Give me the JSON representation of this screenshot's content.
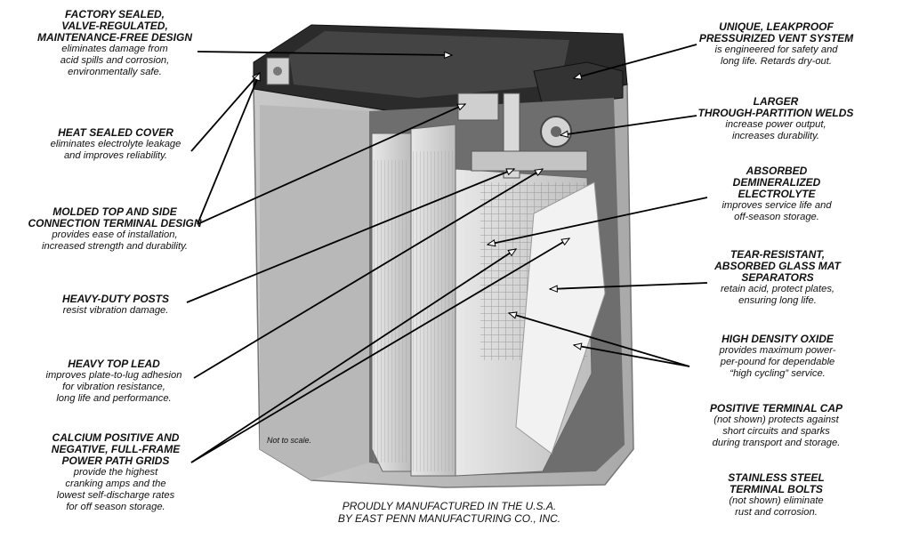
{
  "callouts_left": [
    {
      "title_lines": [
        "FACTORY SEALED,",
        "VALVE-REGULATED,",
        "MAINTENANCE-FREE DESIGN"
      ],
      "desc_lines": [
        "eliminates damage from",
        "acid spills and corrosion,",
        "environmentally safe."
      ]
    },
    {
      "title_lines": [
        "HEAT SEALED COVER"
      ],
      "desc_lines": [
        "eliminates electrolyte leakage",
        "and improves reliability."
      ]
    },
    {
      "title_lines": [
        "MOLDED TOP AND SIDE",
        "CONNECTION TERMINAL DESIGN"
      ],
      "desc_lines": [
        "provides ease of installation,",
        "increased strength and durability."
      ]
    },
    {
      "title_lines": [
        "HEAVY-DUTY POSTS"
      ],
      "desc_lines": [
        "resist vibration damage."
      ]
    },
    {
      "title_lines": [
        "HEAVY TOP LEAD"
      ],
      "desc_lines": [
        "improves plate-to-lug adhesion",
        "for vibration resistance,",
        "long life and performance."
      ]
    },
    {
      "title_lines": [
        "CALCIUM POSITIVE AND",
        "NEGATIVE, FULL-FRAME",
        "POWER PATH GRIDS"
      ],
      "desc_lines": [
        "provide the highest",
        "cranking amps and the",
        "lowest self-discharge rates",
        "for off season storage."
      ]
    }
  ],
  "callouts_right": [
    {
      "title_lines": [
        "UNIQUE, LEAKPROOF",
        "PRESSURIZED VENT SYSTEM"
      ],
      "desc_lines": [
        "is engineered for safety and",
        "long life. Retards dry-out."
      ]
    },
    {
      "title_lines": [
        "LARGER",
        "THROUGH-PARTITION WELDS"
      ],
      "desc_lines": [
        "increase power output,",
        "increases durability."
      ]
    },
    {
      "title_lines": [
        "ABSORBED",
        "DEMINERALIZED",
        "ELECTROLYTE"
      ],
      "desc_lines": [
        "improves service life and",
        "off-season storage."
      ]
    },
    {
      "title_lines": [
        "TEAR-RESISTANT,",
        "ABSORBED GLASS MAT",
        "SEPARATORS"
      ],
      "desc_lines": [
        "retain acid, protect plates,",
        "ensuring long life."
      ]
    },
    {
      "title_lines": [
        "HIGH DENSITY OXIDE"
      ],
      "desc_lines": [
        "provides maximum power-",
        "per-pound for dependable",
        "“high cycling” service."
      ]
    },
    {
      "title_lines": [
        "POSITIVE TERMINAL CAP"
      ],
      "desc_lines": [
        "(not shown) protects against",
        "short circuits and sparks",
        "during transport and storage."
      ]
    },
    {
      "title_lines": [
        "STAINLESS STEEL",
        "TERMINAL BOLTS"
      ],
      "desc_lines": [
        "(not shown) eliminate",
        "rust and corrosion."
      ]
    }
  ],
  "scale_note": "Not to scale.",
  "footer": {
    "line1": "PROUDLY MANUFACTURED IN THE U.S.A.",
    "line2": "BY EAST PENN MANUFACTURING CO., INC."
  }
}
